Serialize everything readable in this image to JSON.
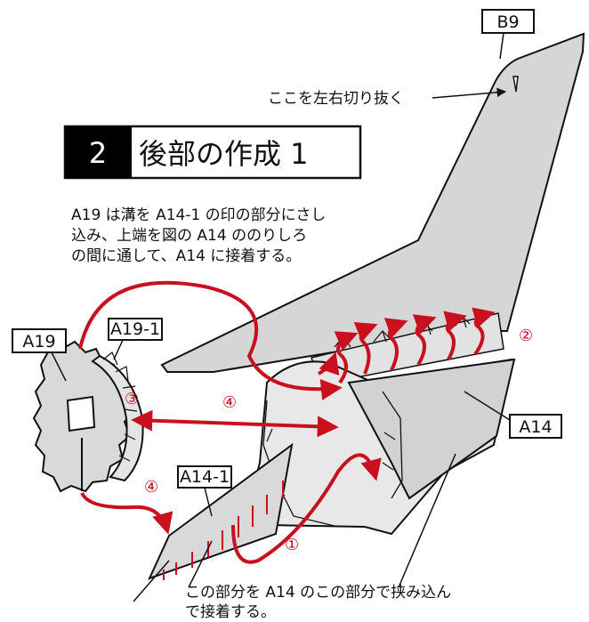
{
  "title_block": {
    "number": "2",
    "text": "後部の作成 1"
  },
  "instructions": [
    "A19 は溝を A14-1 の印の部分にさし",
    "込み、上端を図の A14 ののりしろ",
    "の間に通して、A14 に接着する。"
  ],
  "labels": {
    "b9": "B9",
    "a19": "A19",
    "a19_1": "A19-1",
    "a14": "A14",
    "a14_1": "A14-1"
  },
  "notes": {
    "cutout": "ここを左右切り抜く",
    "bottom_line1": "この部分を A14 のこの部分で挟み込ん",
    "bottom_line2": "で接着する。"
  },
  "steps": [
    "①",
    "②",
    "③",
    "④",
    "④"
  ],
  "colors": {
    "arrow": "#c8101e",
    "part_fill": "#d4d4d4",
    "outline": "#111111",
    "title_bg": "#000000"
  }
}
